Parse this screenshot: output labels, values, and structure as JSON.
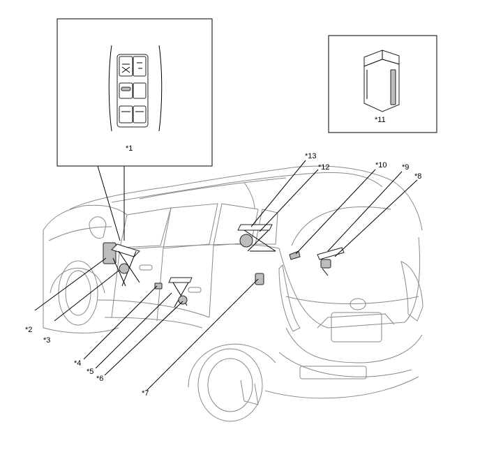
{
  "labels": {
    "c1": "*1",
    "c2": "*2",
    "c3": "*3",
    "c4": "*4",
    "c5": "*5",
    "c6": "*6",
    "c7": "*7",
    "c8": "*8",
    "c9": "*9",
    "c10": "*10",
    "c11": "*11",
    "c12": "*12",
    "c13": "*13"
  }
}
